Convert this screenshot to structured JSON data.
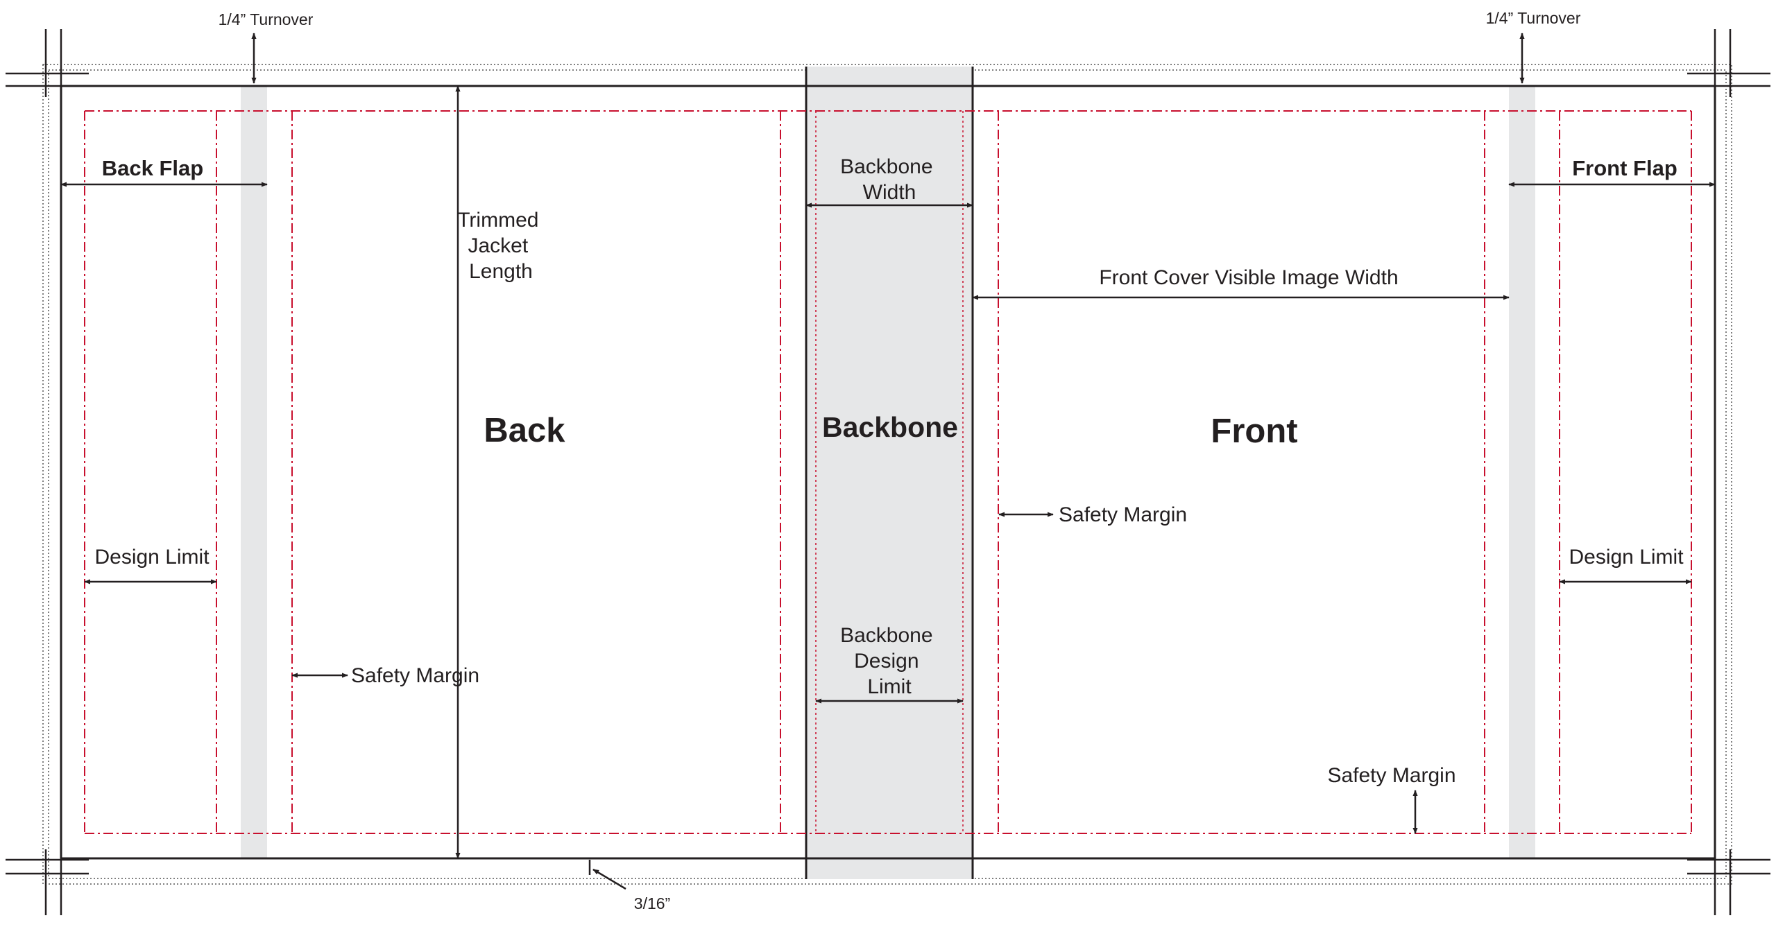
{
  "labels": {
    "turnover_left": "1/4” Turnover",
    "turnover_right": "1/4” Turnover",
    "back_flap": "Back Flap",
    "front_flap": "Front Flap",
    "trimmed_length": [
      "Trimmed",
      "Jacket",
      "Length"
    ],
    "backbone_width": [
      "Backbone",
      "Width"
    ],
    "front_cover_width": "Front Cover Visible Image Width",
    "back": "Back",
    "backbone": "Backbone",
    "front": "Front",
    "safety_margin_front": "Safety Margin",
    "design_limit_left": "Design Limit",
    "design_limit_right": "Design Limit",
    "safety_margin_back": "Safety Margin",
    "backbone_design_limit": [
      "Backbone",
      "Design",
      "Limit"
    ],
    "safety_margin_bottom": "Safety Margin",
    "bleed": "3/16”"
  },
  "colors": {
    "line": "#231f20",
    "guide": "#c8102e",
    "panel": "#e6e7e8"
  }
}
